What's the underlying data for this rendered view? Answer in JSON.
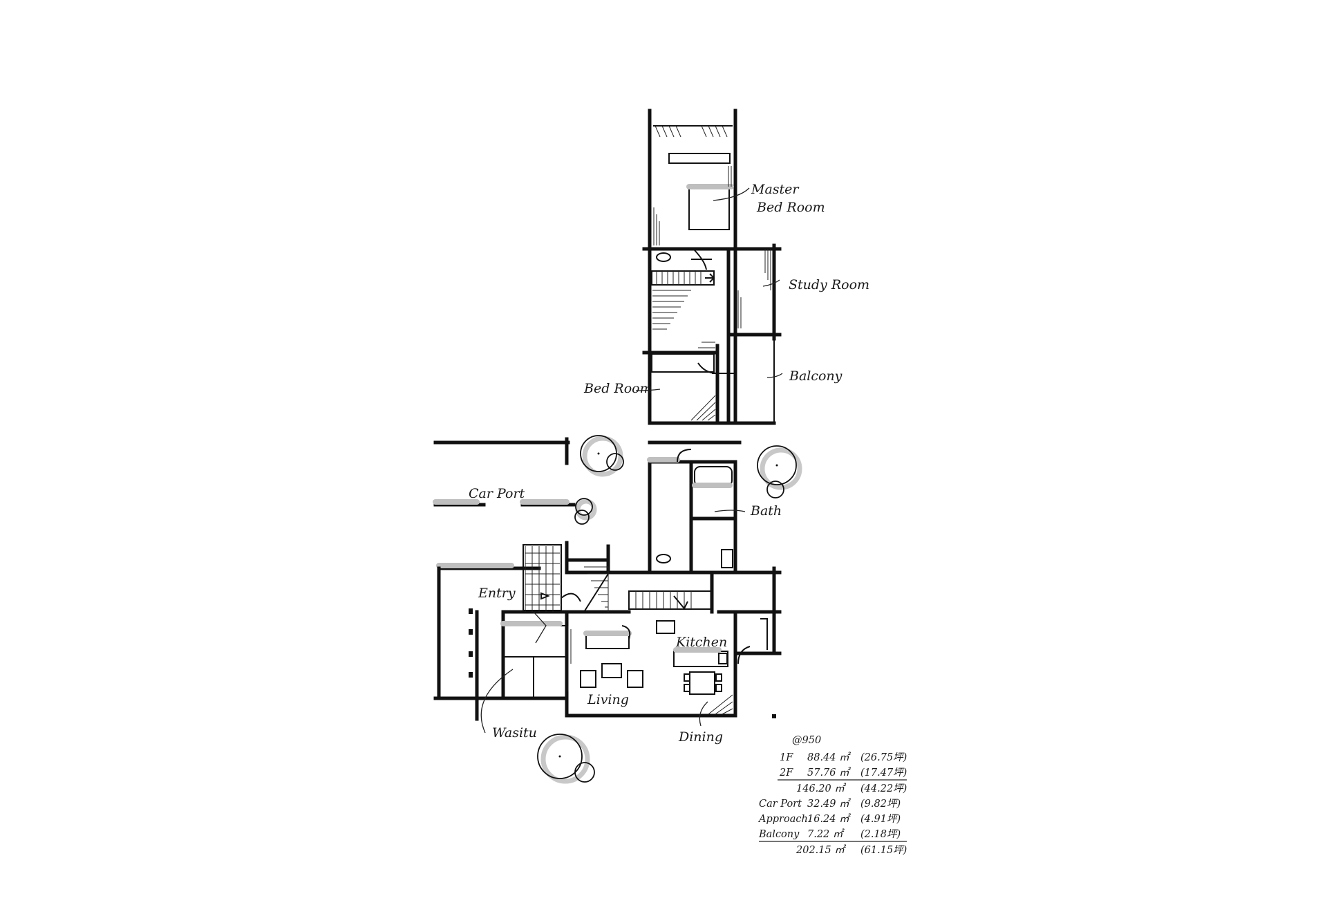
{
  "drawing": {
    "type": "hand-sketched two-floor house plan",
    "rooms_2f": {
      "master_bed_room_1": "Master",
      "master_bed_room_2": "Bed Room",
      "study_room": "Study Room",
      "balcony": "Balcony",
      "bed_room": "Bed Room"
    },
    "rooms_1f": {
      "car_port": "Car Port",
      "bath": "Bath",
      "entry": "Entry",
      "kitchen": "Kitchen",
      "living": "Living",
      "wasitu": "Wasitu",
      "dining": "Dining"
    },
    "scale_note": "@950",
    "areas": [
      {
        "label": "1F",
        "value": "88.44 ㎡",
        "tsubo": "(26.75坪)"
      },
      {
        "label": "2F",
        "value": "57.76 ㎡",
        "tsubo": "(17.47坪)"
      },
      {
        "label": "",
        "value": "146.20 ㎡",
        "tsubo": "(44.22坪)"
      },
      {
        "label": "Car Port",
        "value": "32.49 ㎡",
        "tsubo": "(9.82坪)"
      },
      {
        "label": "Approach",
        "value": "16.24 ㎡",
        "tsubo": "(4.91坪)"
      },
      {
        "label": "Balcony",
        "value": "7.22 ㎡",
        "tsubo": "(2.18坪)"
      },
      {
        "label": "",
        "value": "202.15 ㎡",
        "tsubo": "(61.15坪)"
      }
    ],
    "colors": {
      "ink": "#111111",
      "shadow": "#bfbfbf",
      "paper": "#ffffff"
    }
  }
}
